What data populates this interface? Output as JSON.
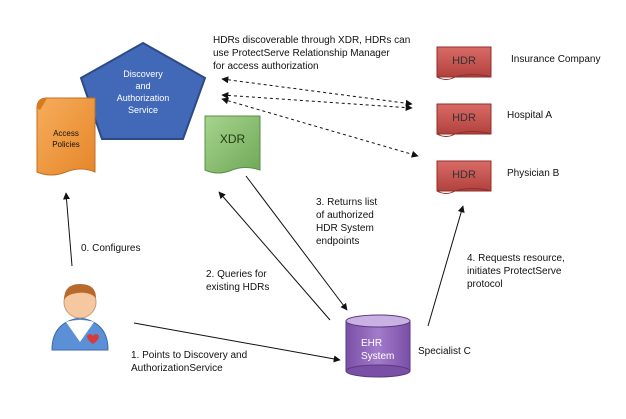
{
  "diagram": {
    "discovery_service": {
      "line1": "Discovery",
      "line2": "and",
      "line3": "Authorization",
      "line4": "Service"
    },
    "access_policies": {
      "line1": "Access",
      "line2": "Policies"
    },
    "xdr": {
      "label": "XDR"
    },
    "ehr_system": {
      "line1": "EHR",
      "line2": "System"
    },
    "hdr_boxes": [
      {
        "label": "HDR",
        "owner": "Insurance Company"
      },
      {
        "label": "HDR",
        "owner": "Hospital A"
      },
      {
        "label": "HDR",
        "owner": "Physician B"
      }
    ],
    "note_top": {
      "line1": "HDRs discoverable through XDR, HDRs can",
      "line2": "use ProtectServe Relationship Manager",
      "line3": "for access authorization"
    },
    "step0": {
      "line1": "0. Configures"
    },
    "step1": {
      "line1": "1. Points to Discovery and",
      "line2": "AuthorizationService"
    },
    "step2": {
      "line1": "2. Queries for",
      "line2": "existing HDRs"
    },
    "step3": {
      "line1": "3. Returns list",
      "line2": "of authorized",
      "line3": "HDR System",
      "line4": "endpoints"
    },
    "step4": {
      "line1": "4. Requests resource,",
      "line2": "initiates ProtectServe",
      "line3": "protocol"
    },
    "specialist": {
      "label": "Specialist C"
    },
    "colors": {
      "pentagon_fill": "#4169b8",
      "pentagon_stroke": "#2d4a86",
      "policies_fill": "#f59a3c",
      "xdr_fill": "#93c47d",
      "ehr_fill": "#8e63b7",
      "hdr_fill": "#c0504d"
    }
  }
}
